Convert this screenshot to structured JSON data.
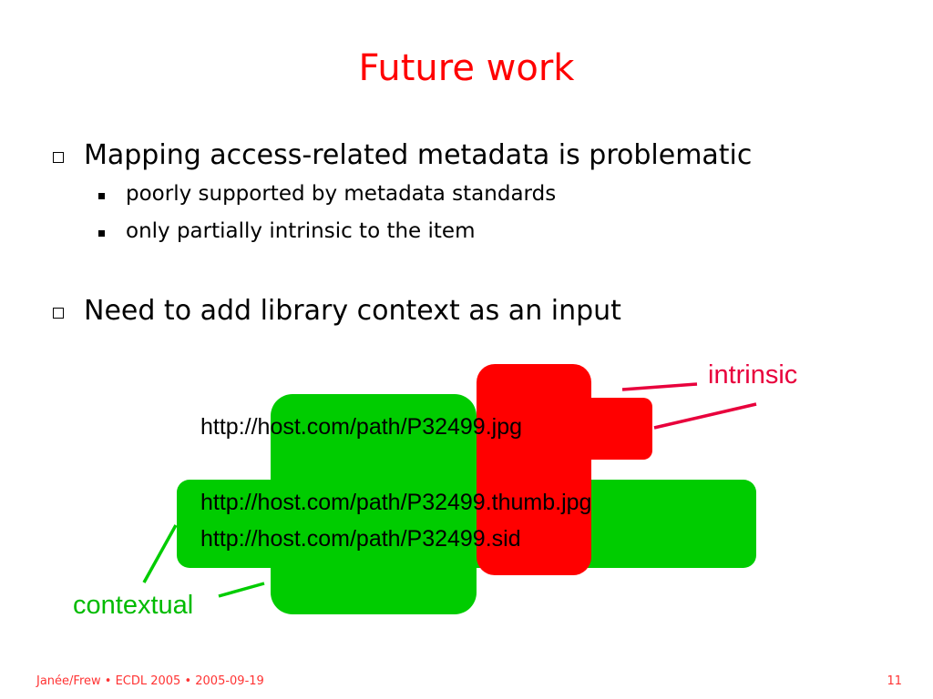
{
  "title": "Future work",
  "bullets": [
    {
      "text": "Mapping access-related metadata is problematic",
      "sub": [
        "poorly supported by metadata standards",
        "only partially intrinsic to the item"
      ]
    },
    {
      "text": "Need to add library context as an input"
    }
  ],
  "diagram": {
    "urls": [
      "http://host.com/path/P32499.jpg",
      "http://host.com/path/P32499.thumb.jpg",
      "http://host.com/path/P32499.sid"
    ],
    "intrinsic_label": "intrinsic",
    "contextual_label": "contextual",
    "colors": {
      "contextual": "#00cc00",
      "intrinsic": "#ff0000",
      "connector": "#e8003c",
      "contextual_text": "#00bb00"
    }
  },
  "footer": {
    "left": "Janée/Frew • ECDL 2005 • 2005-09-19",
    "page": "11"
  }
}
